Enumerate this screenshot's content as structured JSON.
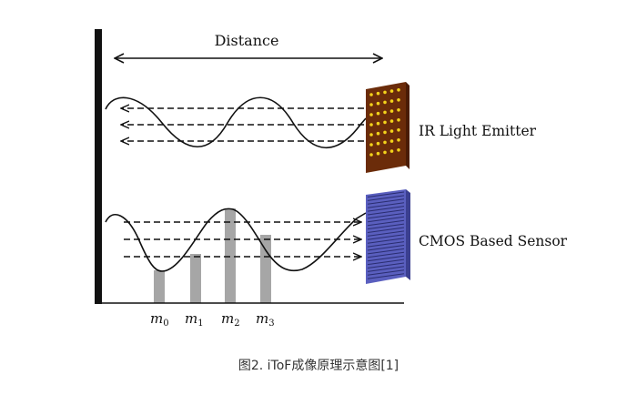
{
  "diagram": {
    "distance_label": "Distance",
    "emitter_label": "IR Light Emitter",
    "sensor_label": "CMOS Based Sensor",
    "samples": [
      {
        "base": "m",
        "sub": "0"
      },
      {
        "base": "m",
        "sub": "1"
      },
      {
        "base": "m",
        "sub": "2"
      },
      {
        "base": "m",
        "sub": "3"
      }
    ],
    "colors": {
      "line": "#111111",
      "emitter_frame": "#6b2c0a",
      "emitter_dot": "#f2d21b",
      "sensor": "#5a5fbf",
      "sample_bar": "#a6a6a6"
    }
  },
  "caption": "图2. iToF成像原理示意图[1]"
}
